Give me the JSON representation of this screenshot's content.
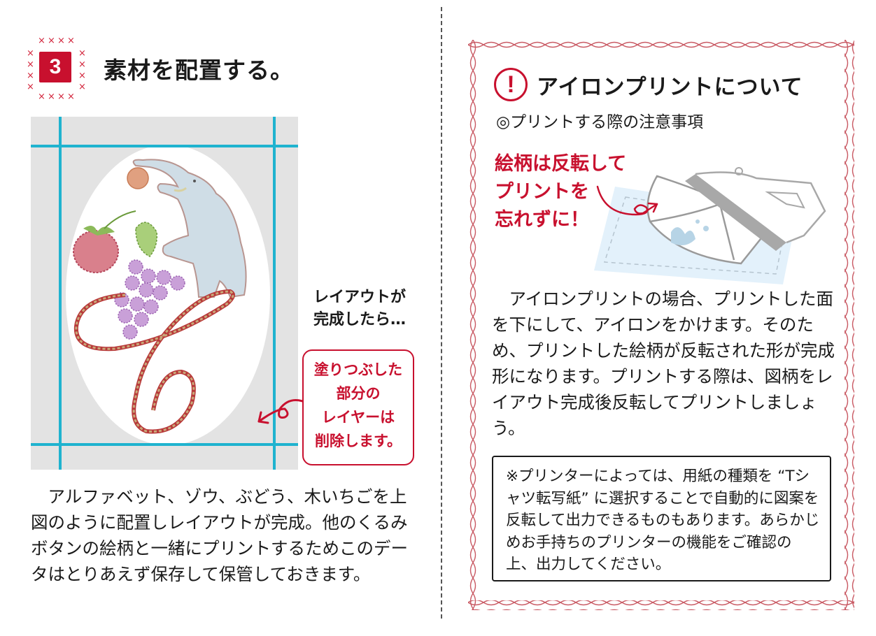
{
  "left": {
    "step": {
      "number": "3",
      "title": "素材を配置する。",
      "badge_color": "#c8102e"
    },
    "canvas": {
      "background": "#e3e3e3",
      "guide_color": "#1fb3cf",
      "elements": [
        "elephant-with-ball",
        "raspberry",
        "grape-leaf",
        "grapes",
        "script-letter-C"
      ]
    },
    "after_layout_label": "レイアウトが完成したら…",
    "callout": {
      "lines": [
        "塗りつぶした",
        "部分の",
        "レイヤーは",
        "削除します。"
      ]
    },
    "body": "アルファベット、ゾウ、ぶどう、木いちごを上図のように配置しレイアウトが完成。他のくるみボタンの絵柄と一緒にプリントするためこのデータはとりあえず保存して保管しておきます。"
  },
  "right": {
    "title": "アイロンプリントについて",
    "warn_icon": "exclamation-circle-icon",
    "subtitle": "◎プリントする際の注意事項",
    "warning_lines": [
      "絵柄は反転して",
      "プリントを",
      "忘れずに！"
    ],
    "body": "アイロンプリントの場合、プリントした面を下にして、アイロンをかけます。そのため、プリントした絵柄が反転された形が完成形になります。プリントする際は、図柄をレイアウト完成後反転してプリントしましょう。",
    "note": "※プリンターによっては、用紙の種類を “Tシャツ転写紙” に選択することで自動的に図案を反転して出力できるものもあります。あらかじめお手持ちのプリンターの機能をご確認の上、出力してください。",
    "accent_color": "#c8102e"
  }
}
